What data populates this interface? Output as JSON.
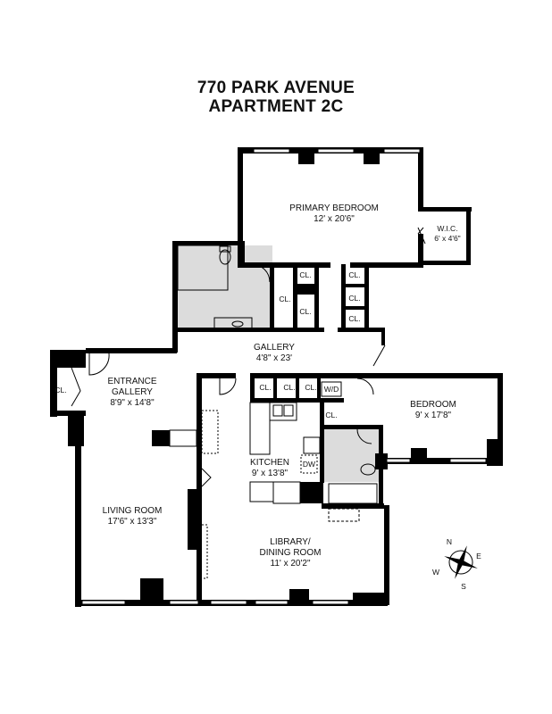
{
  "title": {
    "line1": "770 PARK AVENUE",
    "line2": "APARTMENT 2C"
  },
  "rooms": {
    "primary_bedroom": {
      "name": "PRIMARY BEDROOM",
      "dims": "12' x 20'6\""
    },
    "wic": {
      "name": "W.I.C.",
      "dims": "6' x 4'6\""
    },
    "gallery": {
      "name": "GALLERY",
      "dims": "4'8\" x 23'"
    },
    "entrance_gallery": {
      "name1": "ENTRANCE",
      "name2": "GALLERY",
      "dims": "8'9\" x 14'8\""
    },
    "bedroom": {
      "name": "BEDROOM",
      "dims": "9' x 17'8\""
    },
    "kitchen": {
      "name": "KITCHEN",
      "dims": "9' x 13'8\""
    },
    "living_room": {
      "name": "LIVING ROOM",
      "dims": "17'6\" x 13'3\""
    },
    "library": {
      "name1": "LIBRARY/",
      "name2": "DINING ROOM",
      "dims": "11' x 20'2\""
    }
  },
  "labels": {
    "closet": "CL.",
    "washer_dryer": "W/D",
    "dishwasher": "DW"
  },
  "compass": {
    "n": "N",
    "e": "E",
    "s": "S",
    "w": "W"
  }
}
